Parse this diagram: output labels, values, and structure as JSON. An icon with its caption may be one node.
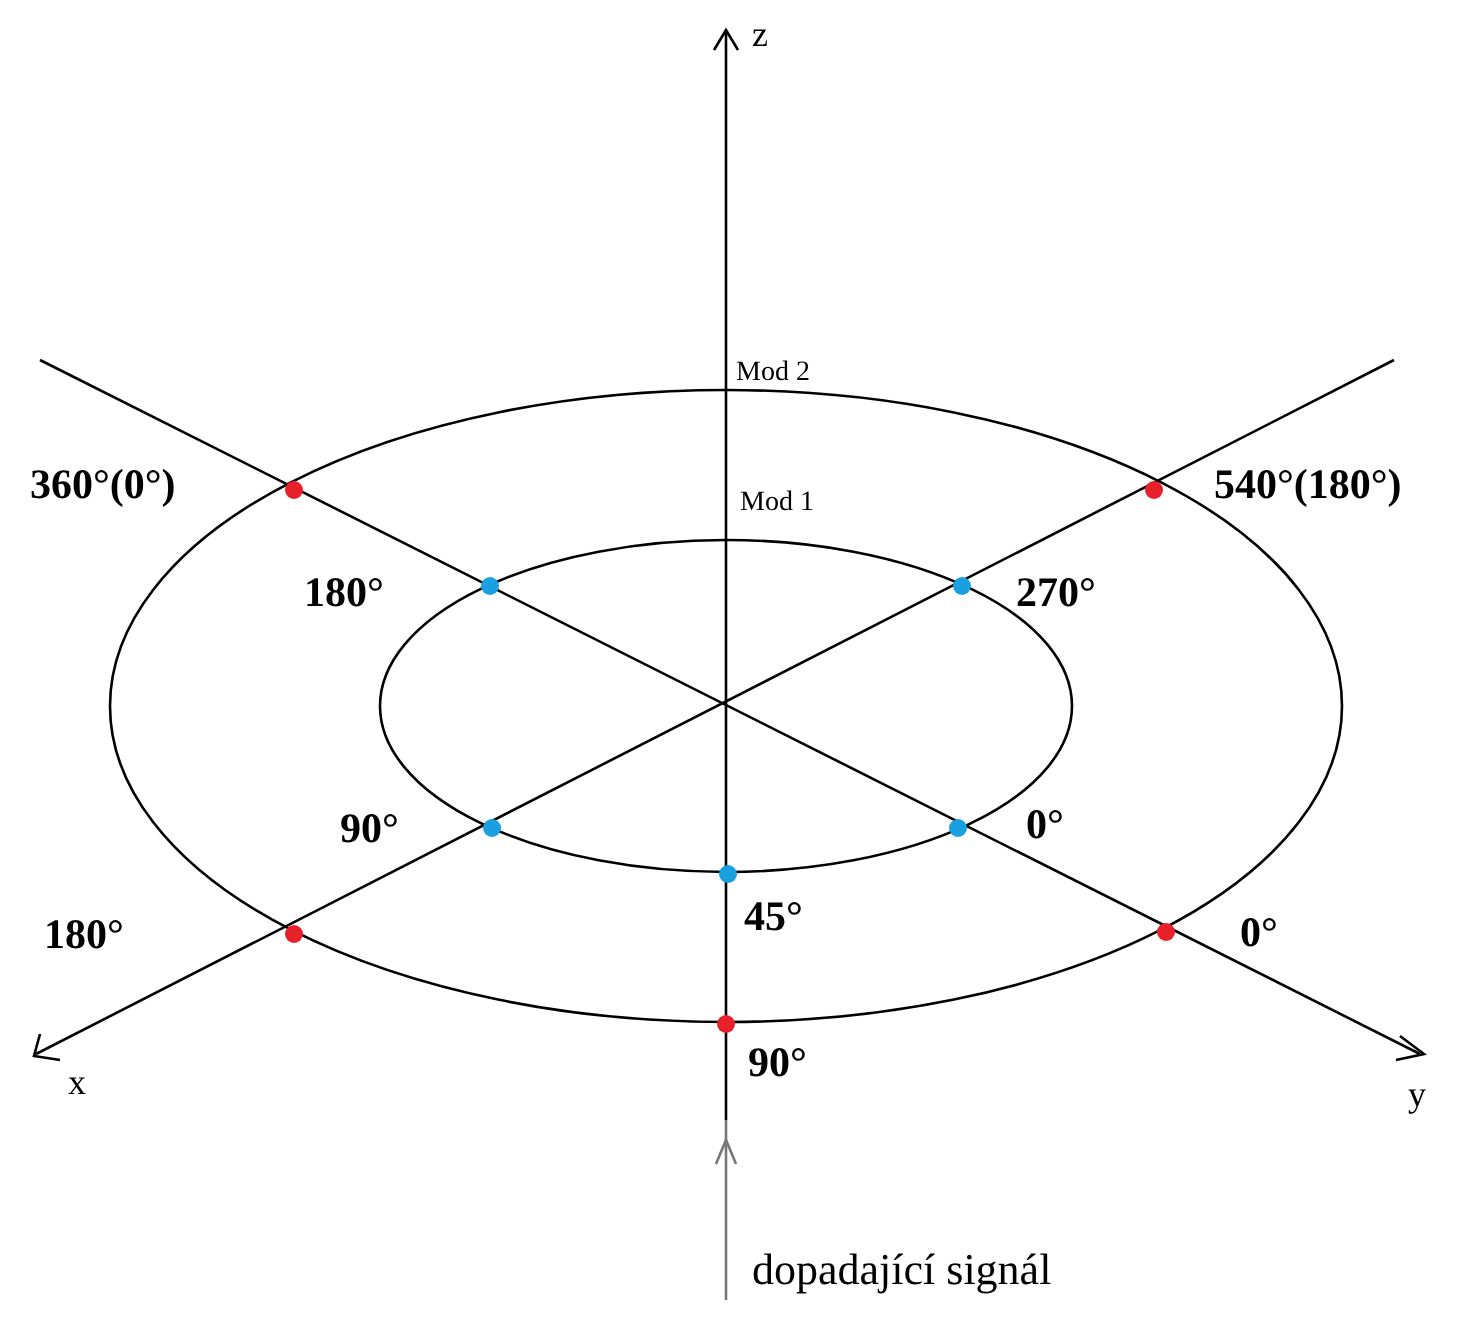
{
  "diagram": {
    "labels": [
      "z",
      "Mod 2",
      "360°(0°)",
      "540°(180°)",
      "Mod 1",
      "180°",
      "270°",
      "90°",
      "0°",
      "180°",
      "45°",
      "0°",
      "x",
      "90°",
      "y",
      "dopadající signál"
    ]
  }
}
